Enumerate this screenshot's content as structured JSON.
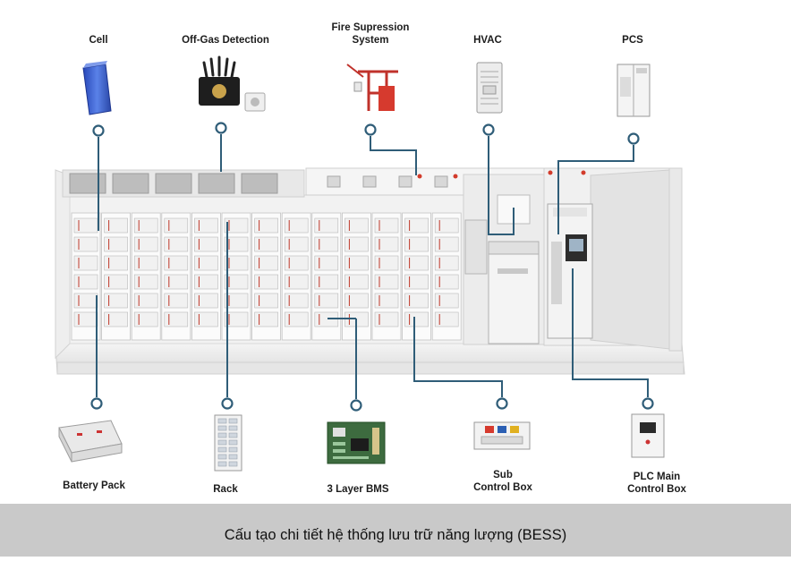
{
  "components_top": [
    {
      "id": "cell",
      "label": "Cell",
      "icon": "battery-cell-icon"
    },
    {
      "id": "off_gas",
      "label": "Off-Gas Detection",
      "icon": "gas-detector-icon"
    },
    {
      "id": "fire",
      "label": "Fire Supression\nSystem",
      "icon": "fire-suppression-icon"
    },
    {
      "id": "hvac",
      "label": "HVAC",
      "icon": "hvac-unit-icon"
    },
    {
      "id": "pcs",
      "label": "PCS",
      "icon": "pcs-cabinet-icon"
    }
  ],
  "components_bottom": [
    {
      "id": "battery_pack",
      "label": "Battery Pack",
      "icon": "battery-pack-icon"
    },
    {
      "id": "rack",
      "label": "Rack",
      "icon": "battery-rack-icon"
    },
    {
      "id": "bms",
      "label": "3 Layer BMS",
      "icon": "bms-board-icon"
    },
    {
      "id": "sub_control",
      "label": "Sub\nControl Box",
      "icon": "sub-control-box-icon"
    },
    {
      "id": "plc",
      "label": "PLC Main\nControl Box",
      "icon": "plc-control-box-icon"
    }
  ],
  "caption": "Cấu tạo chi tiết hệ thống lưu trữ năng lượng (BESS)",
  "colors": {
    "connector": "#2f5d78",
    "rack_line": "#c0392b",
    "cell_blue": "#3a5fd0"
  }
}
